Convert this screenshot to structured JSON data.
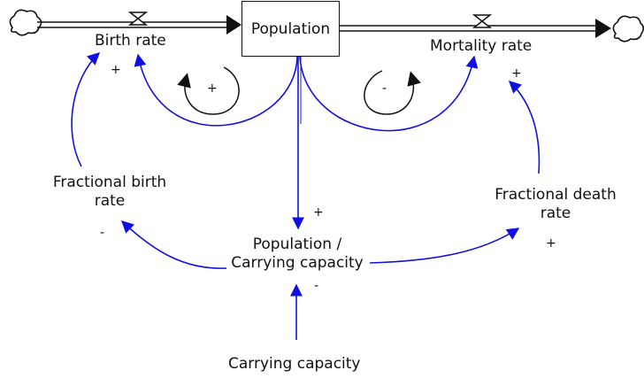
{
  "stock": {
    "label": "Population"
  },
  "flows": {
    "inflow": {
      "label": "Birth rate"
    },
    "outflow": {
      "label": "Mortality rate"
    }
  },
  "variables": {
    "fractional_birth_rate": {
      "line1": "Fractional birth",
      "line2": "rate"
    },
    "fractional_death_rate": {
      "line1": "Fractional death",
      "line2": "rate"
    },
    "population_ratio": {
      "line1": "Population /",
      "line2": "Carrying capacity"
    },
    "carrying_capacity": {
      "label": "Carrying capacity"
    }
  },
  "link_polarities": {
    "fbr_to_birth": "+",
    "pop_to_mortality": "+",
    "pop_to_ratio": "+",
    "ratio_to_fbr": "-",
    "ratio_to_fdr": "+",
    "cc_to_ratio": "-"
  },
  "loops": {
    "reinforcing": {
      "polarity": "+"
    },
    "balancing": {
      "polarity": "-"
    }
  },
  "colors": {
    "link": "#1010e0",
    "stock_border": "#111111",
    "flow_pipe": "#111111"
  }
}
